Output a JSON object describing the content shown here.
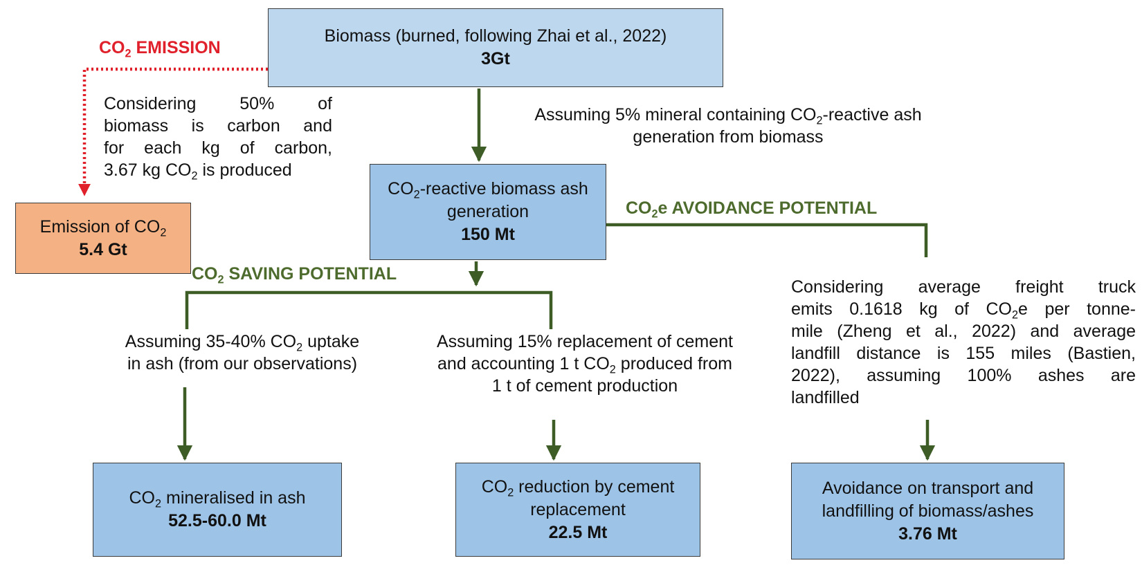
{
  "colors": {
    "box_light_blue": "#bdd7ee",
    "box_blue": "#9dc3e6",
    "box_orange": "#f4b183",
    "arrow_green": "#3d5c26",
    "emission_red": "#e0212b",
    "label_green": "#4e6b2e"
  },
  "nodes": {
    "biomass": {
      "label": "Biomass (burned, following Zhai et al., 2022)",
      "value": "3Gt"
    },
    "emission": {
      "label_pre": "Emission of CO",
      "label_sub": "2",
      "value": "5.4 Gt"
    },
    "ash": {
      "label_pre": "CO",
      "label_sub": "2",
      "label_post": "-reactive biomass ash generation",
      "value": "150 Mt"
    },
    "mineralised": {
      "label_pre": "CO",
      "label_sub": "2",
      "label_post": " mineralised in ash",
      "value": "52.5-60.0 Mt"
    },
    "cement": {
      "label_pre": "CO",
      "label_sub": "2",
      "label_post": " reduction by cement replacement",
      "value": "22.5 Mt"
    },
    "avoidance": {
      "label": "Avoidance on transport and landfilling of biomass/ashes",
      "value": "3.76 Mt"
    }
  },
  "labels": {
    "emission": {
      "pre": "CO",
      "sub": "2",
      "post": " EMISSION"
    },
    "saving": {
      "pre": "CO",
      "sub": "2",
      "post": " SAVING POTENTIAL"
    },
    "avoid": {
      "pre": "CO",
      "sub": "2",
      "post": "e AVOIDANCE POTENTIAL"
    }
  },
  "notes": {
    "carbon": {
      "l1": "Considering 50% of",
      "l2": "biomass is carbon and",
      "l3": "for each kg of carbon,",
      "l4_pre": "3.67 kg CO",
      "l4_sub": "2",
      "l4_post": " is produced"
    },
    "mineral": {
      "l1_pre": "Assuming 5% mineral containing CO",
      "l1_sub": "2",
      "l1_post": "-reactive ash",
      "l2": "generation from biomass"
    },
    "uptake": {
      "l1_pre": "Assuming 35-40% CO",
      "l1_sub": "2",
      "l1_post": " uptake",
      "l2": "in ash (from our observations)"
    },
    "cement": {
      "l1": "Assuming 15% replacement of cement",
      "l2_pre": "and accounting 1 t CO",
      "l2_sub": "2",
      "l2_post": " produced from",
      "l3": "1 t of cement production"
    },
    "truck": {
      "l1": "Considering average freight truck",
      "l2_pre": "emits 0.1618 kg of CO",
      "l2_sub": "2",
      "l2_post": "e per tonne-",
      "l3": "mile (Zheng et al., 2022) and average",
      "l4": "landfill distance is 155 miles (Bastien,",
      "l5": "2022), assuming 100% ashes are",
      "l6": "landfilled"
    }
  }
}
